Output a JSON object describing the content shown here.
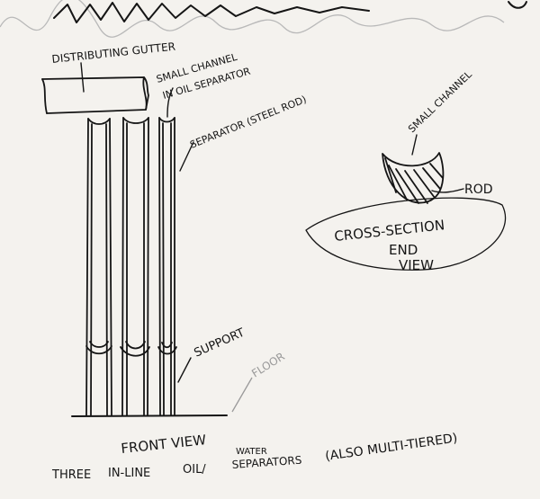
{
  "labels": {
    "distributing_gutter": "DISTRIBUTING GUTTER",
    "small_channel_oil_1": "SMALL CHANNEL",
    "small_channel_oil_2": "IN OIL SEPARATOR",
    "separator": "SEPARATOR (STEEL ROD)",
    "small_channel": "SMALL CHANNEL",
    "rod": "ROD",
    "cross_section_1": "CROSS-SECTION",
    "cross_section_2": "END",
    "cross_section_3": "VIEW",
    "support": "SUPPORT",
    "floor": "FLOOR",
    "front_view": "FRONT VIEW",
    "three": "THREE",
    "in_line": "IN-LINE",
    "oil": "OIL/",
    "water": "WATER",
    "separators": "SEPARATORS",
    "multi_tiered": "(ALSO MULTI-TIERED)"
  },
  "colors": {
    "ink": "#151515",
    "pencil": "#9a9a9a",
    "paper": "#f4f2ee"
  }
}
